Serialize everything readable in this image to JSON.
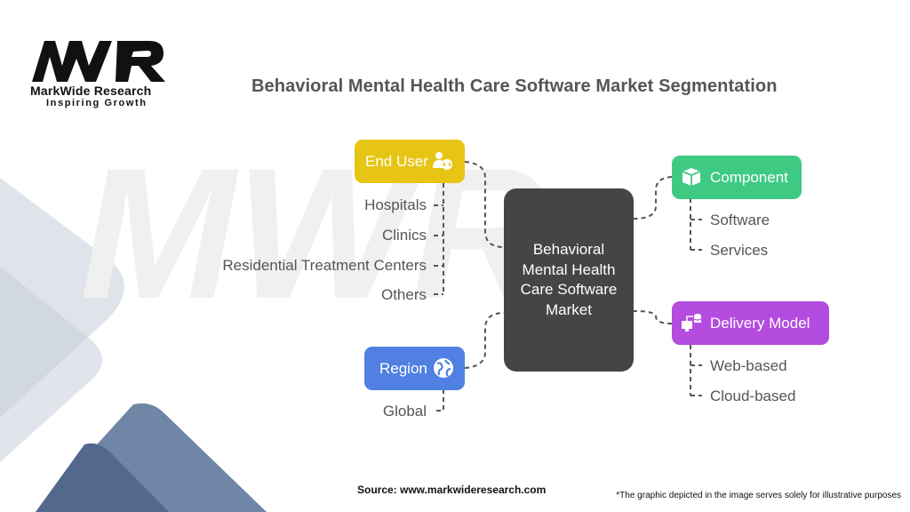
{
  "logo": {
    "mark": "MWR",
    "brand": "MarkWide Research",
    "tagline": "Inspiring Growth"
  },
  "title": "Behavioral Mental Health Care Software Market Segmentation",
  "center_label": "Behavioral Mental Health Care Software Market",
  "categories": {
    "end_user": {
      "label": "End User",
      "color": "#e7c515",
      "icon": "users-icon",
      "items": [
        "Hospitals",
        "Clinics",
        "Residential Treatment Centers",
        "Others"
      ]
    },
    "region": {
      "label": "Region",
      "color": "#4f80e2",
      "icon": "globe-icon",
      "items": [
        "Global"
      ]
    },
    "component": {
      "label": "Component",
      "color": "#3fca84",
      "icon": "box-icon",
      "items": [
        "Software",
        "Services"
      ]
    },
    "delivery_model": {
      "label": "Delivery Model",
      "color": "#b44ce0",
      "icon": "network-icon",
      "items": [
        "Web-based",
        "Cloud-based"
      ]
    }
  },
  "source": "Source: www.markwideresearch.com",
  "note": "*The graphic depicted in the image serves solely for illustrative purposes",
  "colors": {
    "center": "#454545",
    "title": "#555555",
    "connector": "#555555"
  }
}
